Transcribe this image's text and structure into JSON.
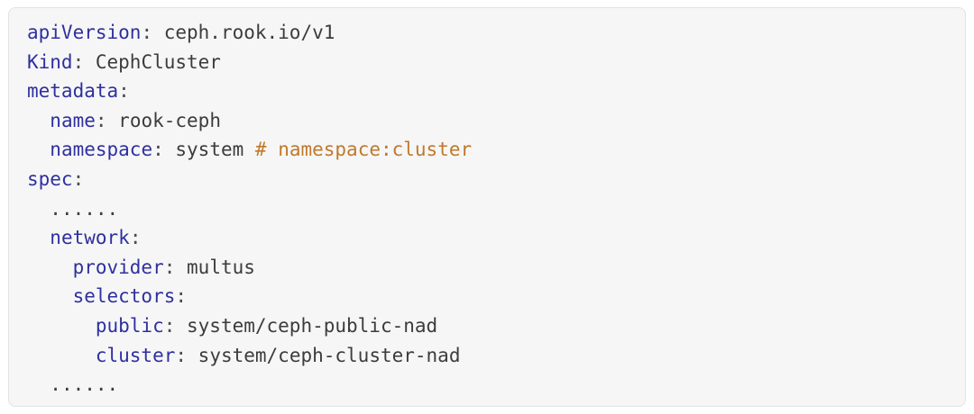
{
  "code_block": {
    "language": "yaml",
    "colors": {
      "background": "#f6f6f7",
      "border": "#e3e3e6",
      "key": "#2f309e",
      "punctuation": "#4b4b4b",
      "value": "#3c3c3c",
      "comment": "#c0792a"
    },
    "lines": [
      {
        "indent": 0,
        "key": "apiVersion",
        "value": "ceph.rook.io/v1"
      },
      {
        "indent": 0,
        "key": "Kind",
        "value": "CephCluster"
      },
      {
        "indent": 0,
        "key": "metadata",
        "value": ""
      },
      {
        "indent": 1,
        "key": "name",
        "value": "rook-ceph"
      },
      {
        "indent": 1,
        "key": "namespace",
        "value": "system",
        "comment": "# namespace:cluster"
      },
      {
        "indent": 0,
        "key": "spec",
        "value": ""
      },
      {
        "indent": 1,
        "text": "......"
      },
      {
        "indent": 1,
        "key": "network",
        "value": ""
      },
      {
        "indent": 2,
        "key": "provider",
        "value": "multus"
      },
      {
        "indent": 2,
        "key": "selectors",
        "value": ""
      },
      {
        "indent": 3,
        "key": "public",
        "value": "system/ceph-public-nad"
      },
      {
        "indent": 3,
        "key": "cluster",
        "value": "system/ceph-cluster-nad"
      },
      {
        "indent": 1,
        "text": "......"
      }
    ]
  }
}
